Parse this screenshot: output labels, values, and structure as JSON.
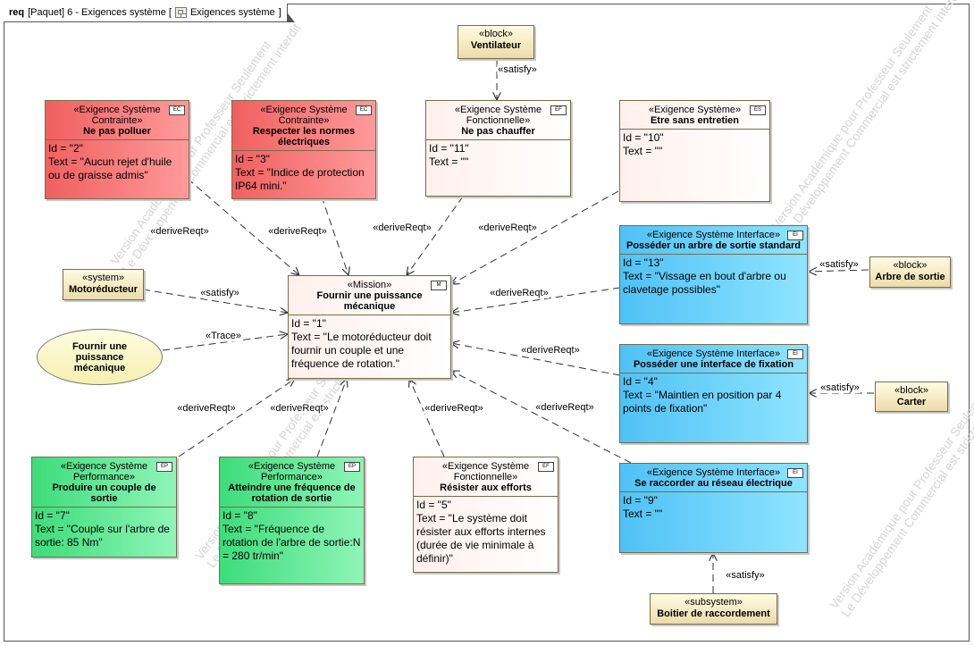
{
  "frame": {
    "keyword": "req",
    "title": "[Paquet] 6 - Exigences système [",
    "diagram_name": "Exigences système",
    "close": "]"
  },
  "watermark": {
    "line1": "Version Académique pour Professeur Seulement",
    "line2": "Le Développement Commercial est strictement interdit"
  },
  "blocks": {
    "ventilateur": {
      "stereotype": "«block»",
      "name": "Ventilateur"
    },
    "motoreducteur": {
      "stereotype": "«system»",
      "name": "Motoréducteur"
    },
    "arbre": {
      "stereotype": "«block»",
      "name": "Arbre de sortie"
    },
    "carter": {
      "stereotype": "«block»",
      "name": "Carter"
    },
    "boitier": {
      "stereotype": "«subsystem»",
      "name": "Boitier de raccordement"
    }
  },
  "usecase": {
    "name": "Fournir une puissance mécanique"
  },
  "requirements": {
    "polluer": {
      "stereotype": "«Exigence Système Contrainte»",
      "name": "Ne pas polluer",
      "tag": "EC",
      "id": "Id = \"2\"",
      "text": "Text = \"Aucun rejet d'huile ou de graisse admis\""
    },
    "normes": {
      "stereotype": "«Exigence Système Contrainte»",
      "name": "Respecter les normes électriques",
      "tag": "EC",
      "id": "Id = \"3\"",
      "text": "Text = \"Indice de protection IP64 mini.\""
    },
    "chauffer": {
      "stereotype": "«Exigence Système Fonctionnelle»",
      "name": "Ne pas chauffer",
      "tag": "EF",
      "id": "Id = \"11\"",
      "text": "Text = \"\""
    },
    "entretien": {
      "stereotype": "«Exigence Système»",
      "name": "Etre sans entretien",
      "tag": "ES",
      "id": "Id = \"10\"",
      "text": "Text = \"\""
    },
    "arbre_sortie": {
      "stereotype": "«Exigence Système Interface»",
      "name": "Posséder un arbre de sortie standard",
      "tag": "EI",
      "id": "Id = \"13\"",
      "text": "Text = \"Vissage en bout d'arbre ou clavetage possibles\""
    },
    "fixation": {
      "stereotype": "«Exigence Système Interface»",
      "name": "Posséder une interface de fixation",
      "tag": "EI",
      "id": "Id = \"4\"",
      "text": "Text = \"Maintien en position par 4 points de fixation\""
    },
    "reseau": {
      "stereotype": "«Exigence Système Interface»",
      "name": "Se raccorder au réseau électrique",
      "tag": "EI",
      "id": "Id = \"9\"",
      "text": "Text = \"\""
    },
    "efforts": {
      "stereotype": "«Exigence Système Fonctionnelle»",
      "name": "Résister aux efforts",
      "tag": "EF",
      "id": "Id = \"5\"",
      "text": "Text = \"Le système doit résister aux efforts internes (durée de vie minimale à définir)\""
    },
    "frequence": {
      "stereotype": "«Exigence Système Performance»",
      "name": "Atteindre une fréquence de rotation de sortie",
      "tag": "EP",
      "id": "Id = \"8\"",
      "text": "Text = \"Fréquence de rotation de l'arbre de sortie:N = 280 tr/min\""
    },
    "couple": {
      "stereotype": "«Exigence Système Performance»",
      "name": "Produire un couple de sortie",
      "tag": "EP",
      "id": "Id = \"7\"",
      "text": "Text = \"Couple sur l'arbre de sortie: 85 Nm\""
    },
    "mission": {
      "stereotype": "«Mission»",
      "name": "Fournir une puissance mécanique",
      "tag": "M",
      "id": "Id = \"1\"",
      "text": "Text = \"Le motoréducteur doit fournir un couple et une fréquence de rotation.\""
    }
  },
  "edge_labels": {
    "satisfy": "«satisfy»",
    "derive": "«deriveReqt»",
    "trace": "«Trace»"
  },
  "colors": {
    "contrainte": "#f36a6a",
    "fonctionnelle": "#fff3ef",
    "interface": "#5cc8f5",
    "performance": "#4fe08a",
    "block": "#f3e6bd",
    "usecase": "#fbf5c4"
  }
}
